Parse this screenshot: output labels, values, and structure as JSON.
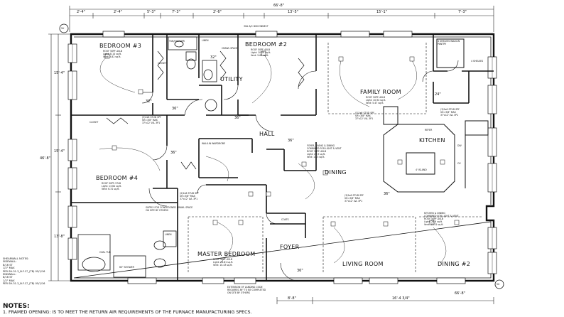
{
  "rooms": {
    "bedroom3": "BEDROOM #3",
    "bedroom2": "BEDROOM #2",
    "bedroom4": "BEDROOM #4",
    "master": "MASTER BEDROOM",
    "utility": "UTILITY",
    "family": "FAMILY ROOM",
    "kitchen": "KITCHEN",
    "hall": "HALL",
    "dining": "DINING",
    "living": "LIVING ROOM",
    "dining2": "DINING #2",
    "foyer": "FOYER",
    "closet1": "CLOSET",
    "closet2": "CLOSET",
    "coats": "COATS",
    "linen1": "LINEN",
    "linen2": "LINEN",
    "walkin": "WALK-IN WARDROBE",
    "island": "4' ISLAND",
    "refer": "REFER",
    "pantry": "4 SHELVES WALK-IN PANTRY",
    "shelves": "4 SHELVES",
    "tubshower": "TUB/SHOWER",
    "shower": "60\" SHOWER",
    "oval": "OVAL TUB",
    "dw": "DW",
    "ov": "OV",
    "disconnect": "30A A/C DISCONNECT",
    "crawl": "CRAWL SPACE"
  },
  "room_specs": {
    "bedroom3": [
      "ROOF 50PF-40LB",
      "Light: 8.14 sq.ft.",
      "Vent: 3.82 sq.ft."
    ],
    "bedroom2": [
      "ROOF 50PF-40LB",
      "Light: 10.09 sq.ft.",
      "Vent: 5.63 sq.ft."
    ],
    "bedroom4": [
      "ROOF 50PF-37LB",
      "Light: 13.64 sq.ft.",
      "Vent: 6.31 sq.ft."
    ],
    "family": [
      "ROOF 50PF-40LB",
      "Light: 10.94 sq.ft.",
      "Vent: 5.47 sq.ft."
    ],
    "foyer_living": [
      "FOYER, LIVING & DINING",
      "COMBINED FOR LIGHT & VENT",
      "ROOF 50PF-40LB",
      "Light: 22.9 sq.ft.",
      "Vent: 11.3 sq.ft."
    ],
    "master": [
      "ROOF 50PF-40LB",
      "Light: 26.81 sq.ft.",
      "Vent: 10.43 sq.ft."
    ],
    "kitchen_dining": [
      "KITCHEN & DINING",
      "COMBINED FOR LIGHT & VENT",
      "ROOF 50PF-40LB",
      "Light: 26.6 sq.ft.",
      "Vent: 13.31 sq.ft."
    ],
    "supply": [
      "SUPPLY FOR CONDITIONED CRAWL SPACE",
      "ON SITE BY OTHERS"
    ],
    "ext": [
      "EXTENSION OF LANDING CODE",
      "REQUIRES 36\" TO BE COMPLETED",
      "ON SITE BY OTHERS"
    ],
    "beam_family": [
      "(3)2x6 STUD SPF",
      "SH=3/8\" MAX",
      "37'x12' LVL 3P1"
    ],
    "beam_living": [
      "(3)2x6 STUD SPF",
      "SH=3/8\" MAX",
      "37'x12' LVL 3P1"
    ],
    "beam_bed4": [
      "(3)2x6 STUD SPF",
      "SH=3/8\" MAX",
      "37'x12' LVL 3P1"
    ],
    "beam_master": [
      "(2)2x6 STUD SPF",
      "SH=3/8\" MAX",
      "37'x12' LVL 3P1"
    ],
    "beam_kitchen": [
      "(3)2x6 STUD SPF",
      "SH=3/8\" MAX",
      "37'x12' LVL 3P1"
    ]
  },
  "dimensions": {
    "overall": "66'-8\"",
    "top": [
      "2'-4\"",
      "2'-4\"",
      "5'-3\"",
      "7'-3\"",
      "2'-6\"",
      "13'-5\"",
      "15'-1\"",
      "7'-3\""
    ],
    "left_total": "46'-8\"",
    "left": [
      "15'-4\"",
      "15'-4\"",
      "13'-8\""
    ],
    "bottom": [
      "8'-8\"",
      "16'-4 3/4\""
    ],
    "bottom_overall": "66'-8\"",
    "inner": [
      "36\"",
      "36\"",
      "36\"",
      "36\"",
      "32\"",
      "36\"",
      "32\"",
      "36\"",
      "24\""
    ]
  },
  "markers": {
    "top_left": "5U",
    "bottom_right": "5U"
  },
  "shearwall_notes": [
    "SHEARWALL NOTES:",
    "SIDEWALL:",
    "8/16 ST",
    "1/2\" MAX",
    "PER SH-31.3_N.F.17_(TB) 05/1/16",
    "ENDWALL:",
    "8/16 ST",
    "1/2\" MAX",
    "PER SH-31.3_N.F.17_(TB) 05/1/16"
  ],
  "notes": {
    "title": "NOTES:",
    "line1": "1. FRAMED OPENING: IS TO MEET THE RETURN AIR REQUIREMENTS OF THE FURNACE MANUFACTURING SPECS."
  }
}
